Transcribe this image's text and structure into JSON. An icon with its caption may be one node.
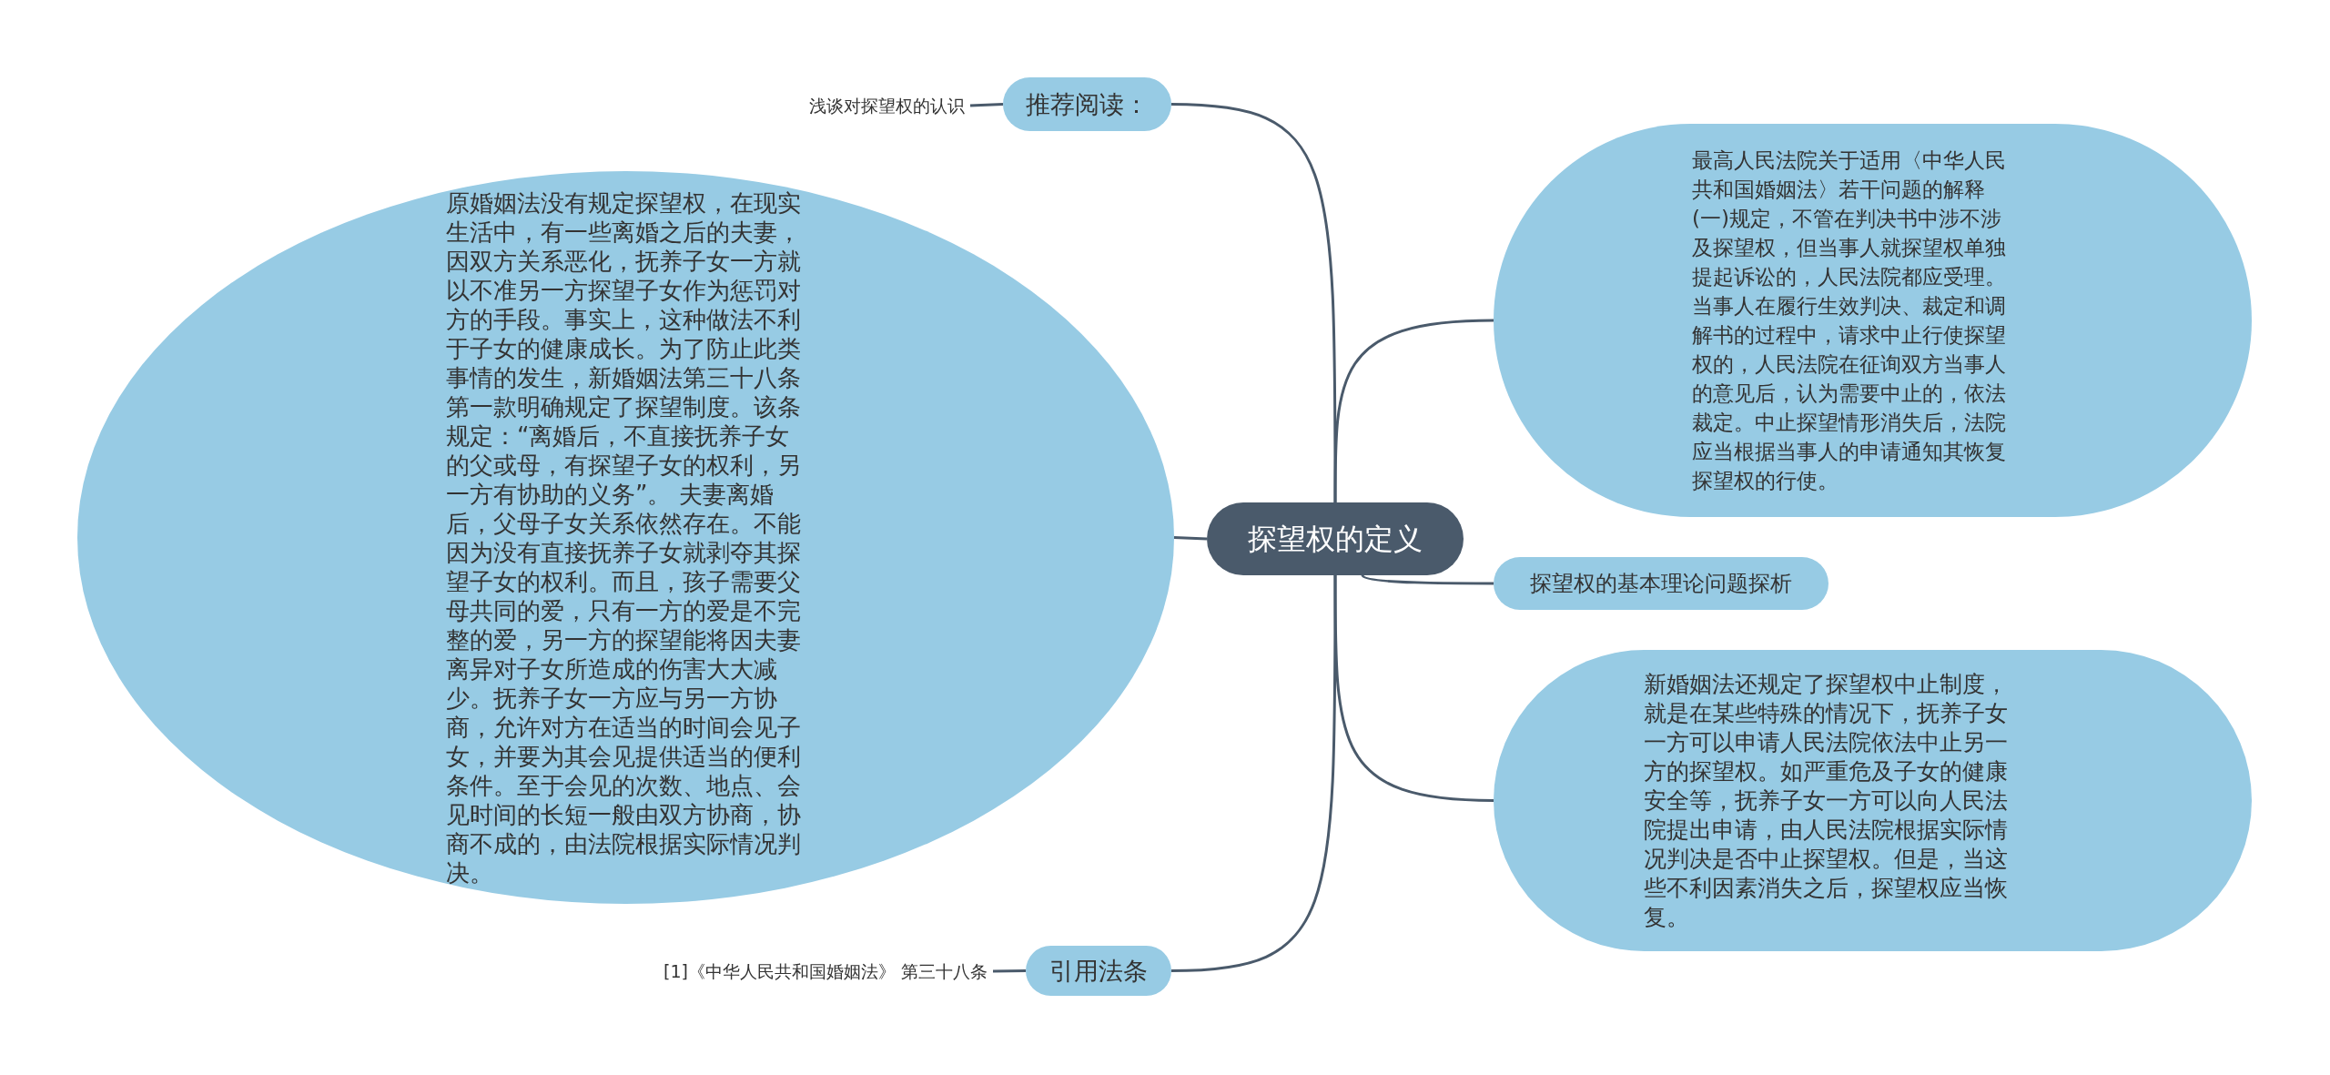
{
  "diagram": {
    "nodes": [
      {
        "text": [
          "探望权的定义"
        ]
      },
      {
        "text": [
          "推荐阅读："
        ]
      },
      {
        "text": [
          "浅谈对探望权的认识"
        ]
      },
      {
        "text": [
          "原婚姻法没有规定探望权，在现实生活中，有一些离婚之后的夫妻，因双方关系恶化，抚养子女一方就以不准另一方探望子女作为惩罚对方的手段。事实上，这种做法不利于子女的健康成长。为了防止此类事情的发生，新婚姻法第三十八条第一款明确规定了探望制度。该条规定：“离婚后，不直接抚养子女的父或母，有探望子女的权利，另一方有协助的义务”。 夫妻离婚后，父母子女关系依然存在。不能因为没有直接抚养子女就剥夺其探望子女的权利。而且，孩子需要父母共同的爱，只有一方的爱是不完整的爱，另一方的探望能将因夫妻离异对子女所造成的伤害大大减少。抚养子女一方应与另一方协商，允许对方在适当的时间会见子女，并要为其会见提供适当的便利条件。至于会见的次数、地点、会见时间的长短一般由双方协商，协商不成的，由法院根据实际情况判决。"
        ]
      },
      {
        "text": [
          "最高人民法院关于适用〈中华人民共和国婚姻法〉若干问题的解释(一)规定，不管在判决书中涉不涉及探望权，但当事人就探望权单独提起诉讼的，人民法院都应受理。当事人在履行生效判决、裁定和调解书的过程中，请求中止行使探望权的，人民法院在征询双方当事人的意见后，认为需要中止的，依法裁定。中止探望情形消失后，法院应当根据当事人的申请通知其恢复探望权的行使。"
        ]
      },
      {
        "text": [
          "探望权的基本理论问题探析"
        ]
      },
      {
        "text": [
          "新婚姻法还规定了探望权中止制度，就是在某些特殊的情况下，抚养子女一方可以申请人民法院依法中止另一方的探望权。如严重危及子女的健康安全等，抚养子女一方可以向人民法院提出申请，由人民法院根据实际情况判决是否中止探望权。但是，当这些不利因素消失之后，探望权应当恢复。"
        ]
      },
      {
        "text": [
          "引用法条"
        ]
      },
      {
        "text": [
          "[1]《中华人民共和国婚姻法》 第三十八条"
        ]
      }
    ],
    "edges": [
      {
        "from": 0,
        "to": 1,
        "arrow": "none"
      },
      {
        "from": 1,
        "to": 2,
        "arrow": "none"
      },
      {
        "from": 0,
        "to": 3,
        "arrow": "none"
      },
      {
        "from": 0,
        "to": 4,
        "arrow": "none"
      },
      {
        "from": 0,
        "to": 5,
        "arrow": "none"
      },
      {
        "from": 0,
        "to": 6,
        "arrow": "none"
      },
      {
        "from": 0,
        "to": 7,
        "arrow": "none"
      },
      {
        "from": 7,
        "to": 8,
        "arrow": "none"
      }
    ]
  }
}
